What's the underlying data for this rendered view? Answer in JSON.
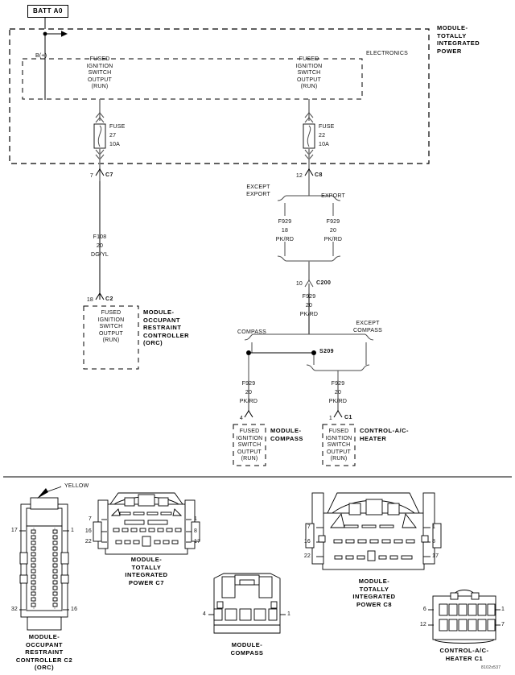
{
  "diagram": {
    "title": "BATT A0",
    "reference_code": "8102x537"
  },
  "power_source": {
    "label": "BATT A0",
    "b_plus": "B(+)"
  },
  "tipm": {
    "module_label": "MODULE-\nTOTALLY\nINTEGRATED\nPOWER",
    "electronics_label": "ELECTRONICS",
    "circuit_text": "FUSED\nIGNITION\nSWITCH\nOUTPUT\n(RUN)",
    "fuse_left": {
      "name": "FUSE",
      "number": "27",
      "rating": "10A"
    },
    "fuse_right": {
      "name": "FUSE",
      "number": "22",
      "rating": "10A"
    },
    "connector_c7": {
      "pin": "7",
      "name": "C7"
    },
    "connector_c8": {
      "pin": "12",
      "name": "C8"
    }
  },
  "branches": {
    "orc": {
      "wire": {
        "circuit": "F108",
        "gauge": "20",
        "color": "DG/YL"
      },
      "connector": {
        "pin": "18",
        "name": "C2"
      },
      "circuit_text": "FUSED\nIGNITION\nSWITCH\nOUTPUT\n(RUN)",
      "module_label": "MODULE-\nOCCUPANT\nRESTRAINT\nCONTROLLER\n(ORC)"
    },
    "export_split": {
      "left_option": "EXCEPT\nEXPORT",
      "right_option": "EXPORT",
      "left_wire": {
        "circuit": "F929",
        "gauge": "18",
        "color": "PK/RD"
      },
      "right_wire": {
        "circuit": "F929",
        "gauge": "20",
        "color": "PK/RD"
      }
    },
    "c200": {
      "pin": "10",
      "name": "C200",
      "wire": {
        "circuit": "F929",
        "gauge": "20",
        "color": "PK/RD"
      }
    },
    "compass_split": {
      "left_option": "COMPASS",
      "right_option": "EXCEPT\nCOMPASS",
      "splice": "S209"
    },
    "compass": {
      "wire": {
        "circuit": "F929",
        "gauge": "20",
        "color": "PK/RD"
      },
      "connector": {
        "pin": "4",
        "name": ""
      },
      "circuit_text": "FUSED\nIGNITION\nSWITCH\nOUTPUT\n(RUN)",
      "module_label": "MODULE-\nCOMPASS"
    },
    "ac_heater": {
      "wire": {
        "circuit": "F929",
        "gauge": "20",
        "color": "PK/RD"
      },
      "connector": {
        "pin": "1",
        "name": "C1"
      },
      "circuit_text": "FUSED\nIGNITION\nSWITCH\nOUTPUT\n(RUN)",
      "module_label": "CONTROL-A/C-\nHEATER"
    }
  },
  "connector_views": [
    {
      "id": "orc-c2",
      "caption": "MODULE-\nOCCUPANT\nRESTRAINT\nCONTROLLER C2\n(ORC)",
      "color_note": "YELLOW",
      "pins_left": [
        "17",
        "32"
      ],
      "pins_right": [
        "1",
        "16"
      ]
    },
    {
      "id": "tipm-c7",
      "caption": "MODULE-\nTOTALLY\nINTEGRATED\nPOWER C7",
      "pins_left": [
        "7",
        "16",
        "22"
      ],
      "pins_right": [
        "1",
        "8",
        "17"
      ]
    },
    {
      "id": "compass",
      "caption": "MODULE-\nCOMPASS",
      "pins_left": [
        "4"
      ],
      "pins_right": [
        "1"
      ]
    },
    {
      "id": "tipm-c8",
      "caption": "MODULE-\nTOTALLY\nINTEGRATED\nPOWER C8",
      "pins_left": [
        "7",
        "16",
        "22"
      ],
      "pins_right": [
        "1",
        "8",
        "17"
      ]
    },
    {
      "id": "ac-heater-c1",
      "caption": "CONTROL-A/C-\nHEATER C1",
      "pins_left": [
        "6",
        "12"
      ],
      "pins_right": [
        "1",
        "7"
      ]
    }
  ]
}
